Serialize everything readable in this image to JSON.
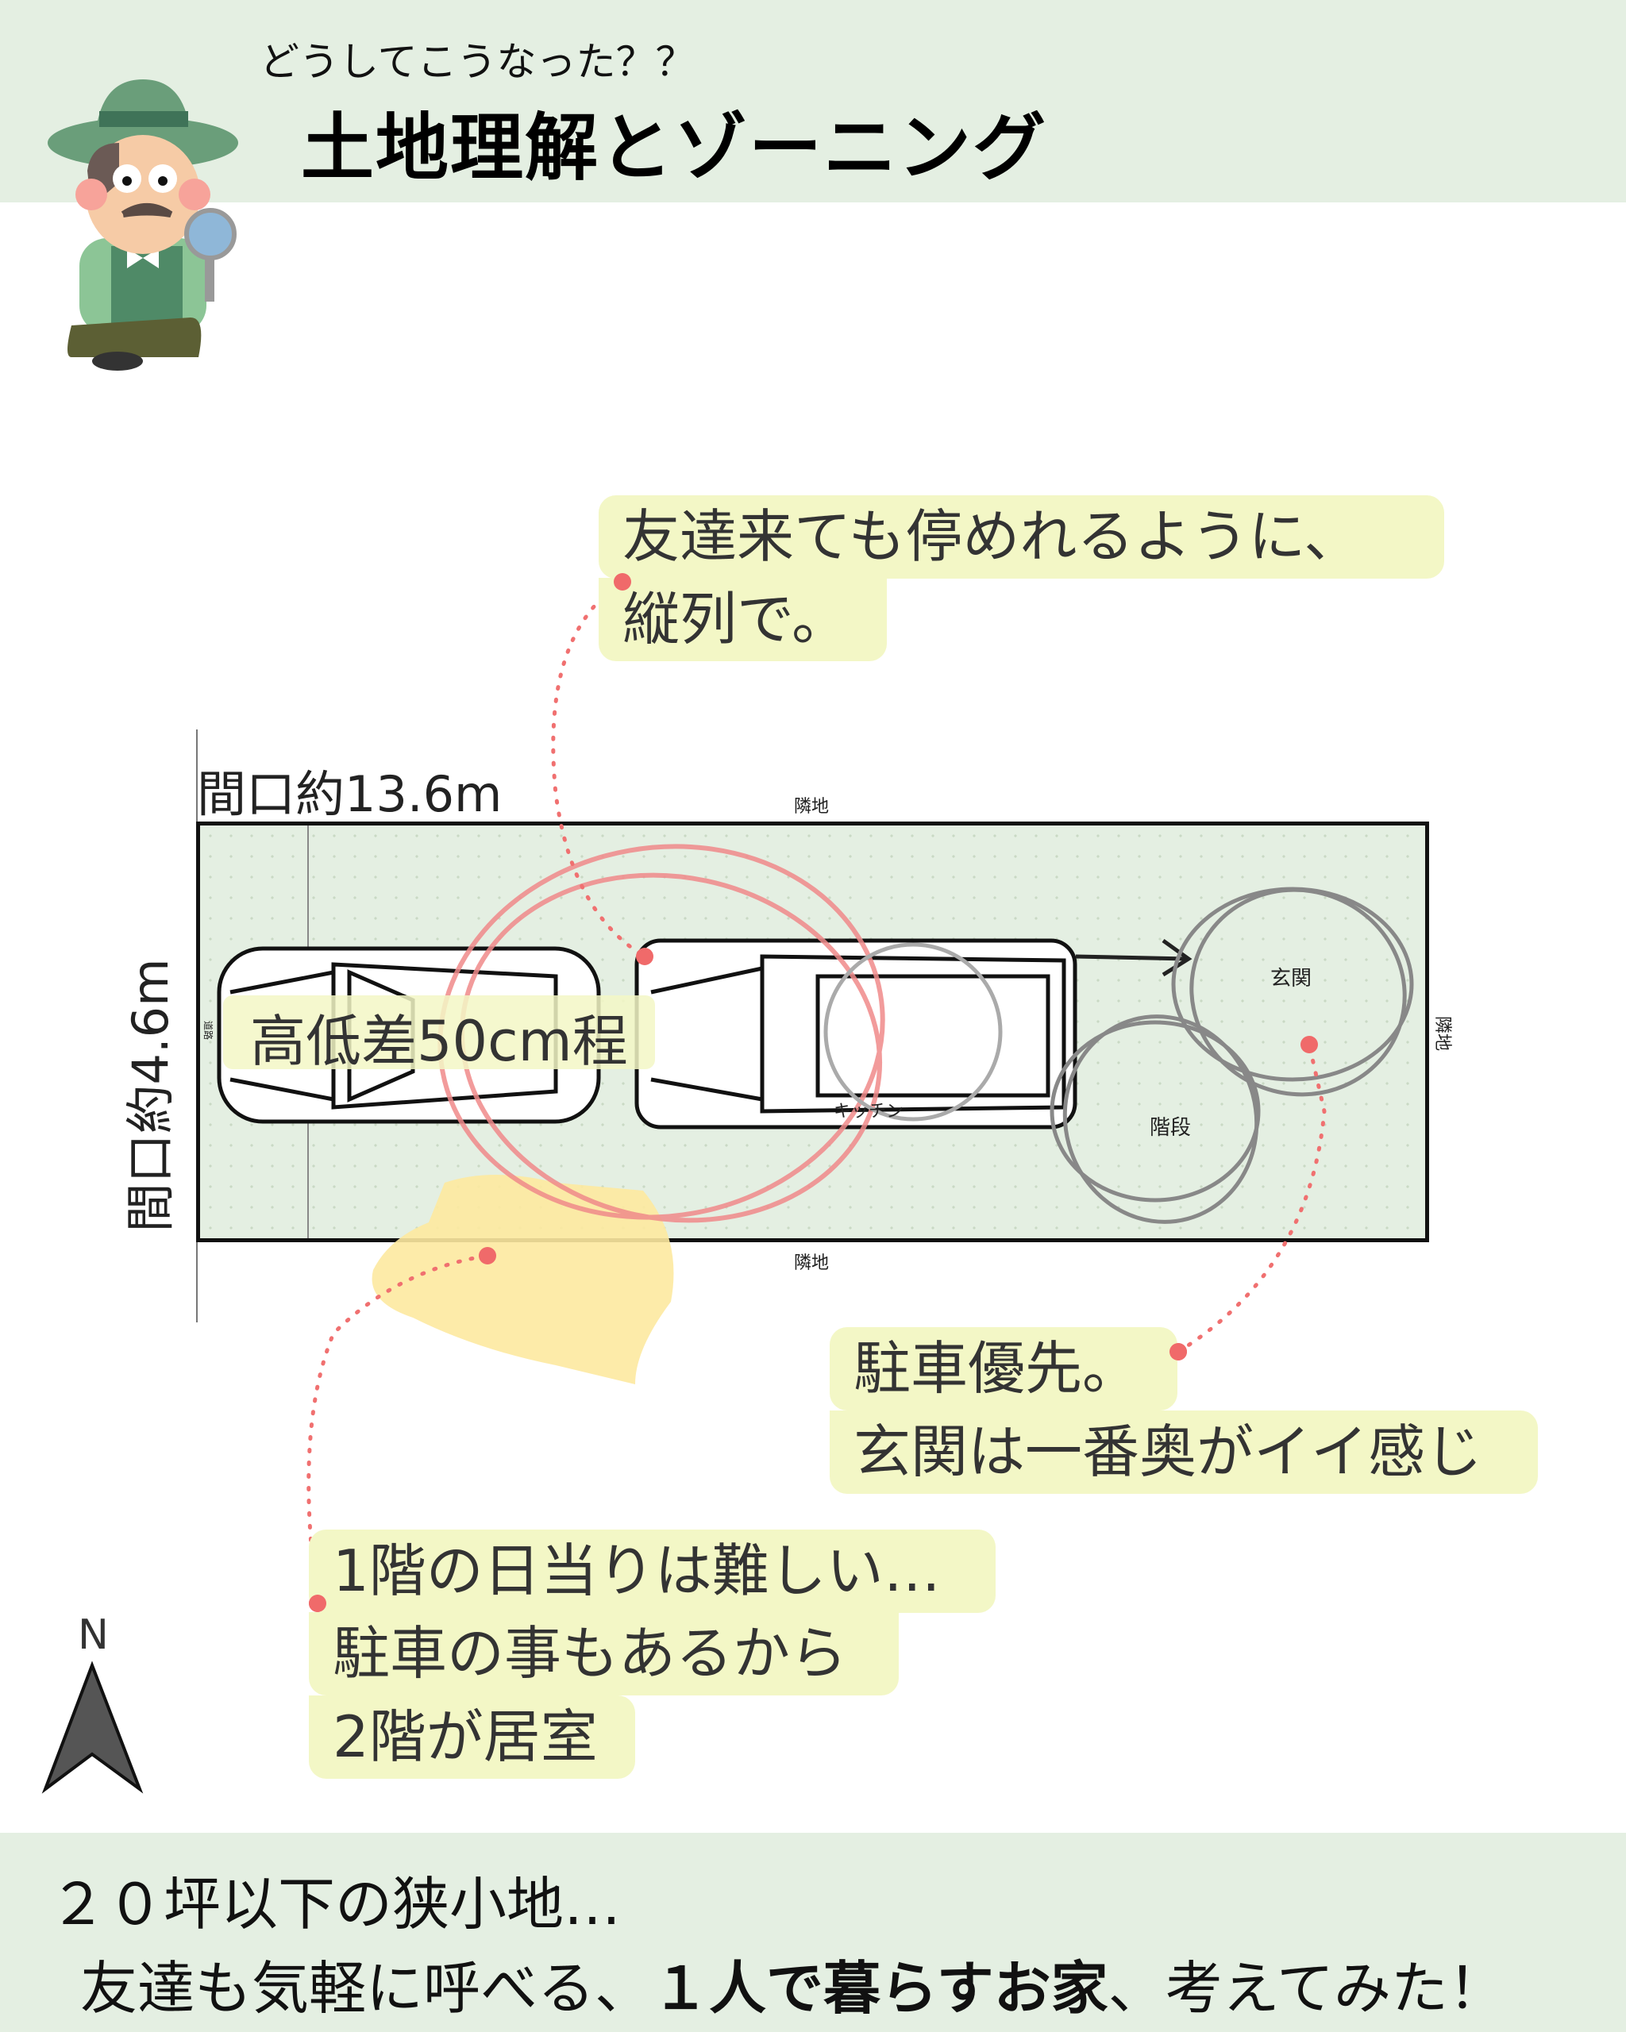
{
  "header": {
    "subtitle": "どうしてこうなった？？",
    "title": "土地理解とゾーニング"
  },
  "plot": {
    "frontage_width": "間口約13.6m",
    "frontage_depth": "間口約4.6m",
    "neighbor_top": "隣地",
    "neighbor_bottom": "隣地",
    "neighbor_right": "隣地",
    "road": "道路",
    "height_diff": "高低差50cm程",
    "entrance": "玄関",
    "stairs": "階段",
    "kitchen": "キッチン"
  },
  "callouts": {
    "parking": [
      "友達来ても停めれるように、",
      "縦列で。"
    ],
    "entrance": [
      "駐車優先。",
      "玄関は一番奥がイイ感じ"
    ],
    "sunlight": [
      "1階の日当りは難しい…",
      "駐車の事もあるから",
      "2階が居室"
    ]
  },
  "compass": {
    "label": "N"
  },
  "footer": {
    "line1": "２０坪以下の狭小地…",
    "line2_pre": "友達も気軽に呼べる、",
    "line2_bold": "１人で暮らすお家",
    "line2_post": "、考えてみた！"
  },
  "colors": {
    "band": "#e4efe2",
    "highlight": "#f3f7c6",
    "accent_red": "#f07070",
    "blob_yellow": "#fde9a0"
  }
}
